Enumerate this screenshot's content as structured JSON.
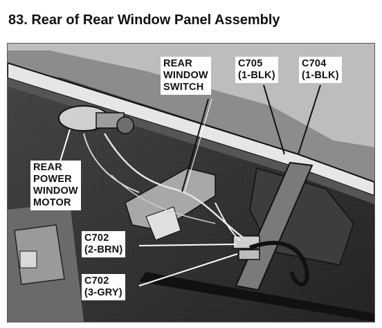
{
  "title": "83. Rear of Rear Window Panel Assembly",
  "callouts": {
    "rear_window_switch": [
      "REAR",
      "WINDOW",
      "SWITCH"
    ],
    "c705": [
      "C705",
      "(1-BLK)"
    ],
    "c704": [
      "C704",
      "(1-BLK)"
    ],
    "rear_power_window_motor": [
      "REAR",
      "POWER",
      "WINDOW",
      "MOTOR"
    ],
    "c702_brn": [
      "C702",
      "(2-BRN)"
    ],
    "c702_gry": [
      "C702",
      "(3-GRY)"
    ]
  }
}
